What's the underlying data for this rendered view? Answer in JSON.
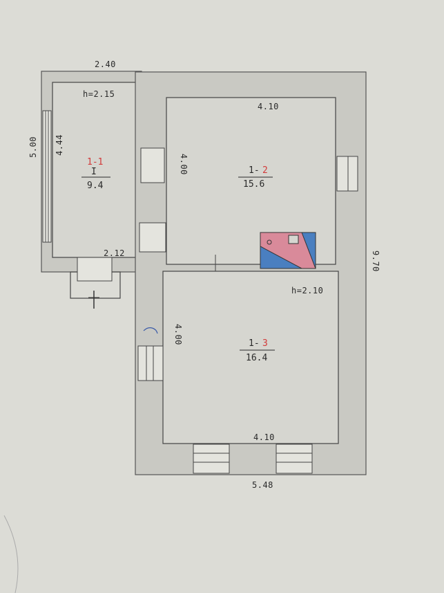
{
  "annex": {
    "width": "2.40",
    "length": "5.00",
    "inner_length": "4.44",
    "inner_width": "2.12",
    "height": "h=2.15",
    "room_code": "1-1",
    "room_type": "I",
    "area": "9.4"
  },
  "house": {
    "length": "9.70",
    "width": "5.48",
    "height": "h=2.10"
  },
  "room_upper": {
    "width": "4.10",
    "length": "4.00",
    "room_code": "1-",
    "code_mark": "2",
    "area": "15.6"
  },
  "room_lower": {
    "width": "4.10",
    "length": "4.00",
    "room_code": "1-",
    "code_mark": "3",
    "area": "16.4"
  },
  "colors": {
    "paper": "#dcdcd6",
    "ink": "#2a2a2a",
    "red_ink": "#d23a3a",
    "stove_blue": "#4a7fc0",
    "stove_pink": "#d98a9a"
  }
}
